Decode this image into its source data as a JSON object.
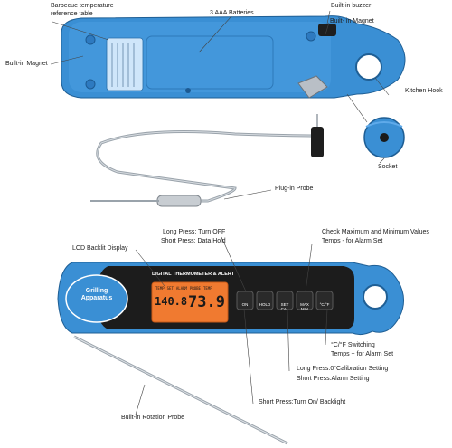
{
  "labels": {
    "bbq_table": "Barbecue temperature\nreference table",
    "batteries": "3 AAA Batteries",
    "buzzer": "Built-in buzzer",
    "magnet_right": "Built- in Magnet",
    "magnet_left": "Built-in Magnet",
    "kitchen_hook": "Kitchen Hook",
    "socket": "Socket",
    "plugin_probe": "Plug-in Probe",
    "lcd_backlit": "LCD Backlit Display",
    "long_off": "Long Press: Turn OFF",
    "short_hold": "Short Press: Data Hold",
    "check_max_min": "Check Maximum and Minimum Values",
    "temps_alarm": "Temps - for Alarm Set",
    "cf_switch": "°C/°F Switching",
    "temps_plus": "Temps + for Alarm Set",
    "long_cal": "Long Press:0°Calibration Setting",
    "short_alarm": "Short Press:Alarm Setting",
    "short_on": "Short Press:Turn On/ Backlight",
    "rotation_probe": "Built-in Rotation Probe"
  },
  "device": {
    "brand": "Grilling\nApparatus",
    "header_text": "DIGITAL THERMOMETER & ALERT",
    "reading_left": "140.8",
    "reading_right": "73.9",
    "screen_tags": [
      "TEMP",
      "SET",
      "ALARM",
      "PROBE",
      "TEMP"
    ],
    "buttons": [
      "ON",
      "HOLD",
      "SET CAL",
      "MAX MIN",
      "°C/°F"
    ]
  },
  "colors": {
    "body_blue": "#3a8fd4",
    "body_dark": "#1c1c1c",
    "screen": "#f07a30"
  }
}
